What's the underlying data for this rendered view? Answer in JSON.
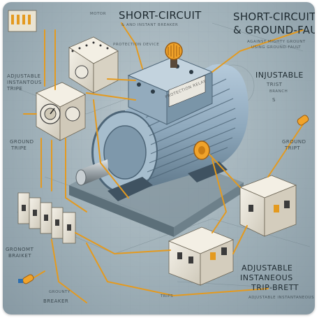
{
  "labels": {
    "top_center_title": "SHORT-CIRCUIT",
    "top_center_sub": "& AND INSTANT BREAKER",
    "top_right_title_1": "SHORT-CIRCUIT",
    "top_right_title_2": "& GROUND-FAULT",
    "top_right_sub_1": "AGAINST MIGHTY GROUNT",
    "top_right_sub_2": "USING GROUND-FAULT",
    "motor_tag": "MOTOR",
    "protection_device": "PROTECTION DEVICE",
    "left_adjustable_1": "ADJUSTABLE",
    "left_adjustable_2": "INSTANTOUS",
    "left_adjustable_3": "TRIPE",
    "right_injustable_1": "INJUSTABLE",
    "right_injustable_2": "TRIST",
    "right_injustable_3": "BRANCH",
    "right_injustable_4": "S",
    "ground_tripe_1": "GROUND",
    "ground_tripe_2": "TRIPE",
    "ground_trip_right_1": "GROUND",
    "ground_trip_right_2": "TRIPT",
    "bottom_left_1": "GRONOMT",
    "bottom_left_2": "BRAIKET",
    "bottom_center_1": "GROUNTY",
    "bottom_center_2": "BREAKER",
    "bottom_mid_trip": "TRIPS",
    "bottom_right_1": "ADJUSTABLE",
    "bottom_right_2": "INSTANEOUS",
    "bottom_right_3": "TRIP-BRETT",
    "bottom_right_small": "ADJUSTABLE INSTANTANEOUS",
    "nameplate": "PROTECTION RELAY"
  },
  "colors": {
    "wire": "#e49a1f",
    "motor_body": "#8fa9bd",
    "motor_dark": "#4d6577",
    "breaker_face": "#ece8dc",
    "background": "#a4b4bb"
  }
}
